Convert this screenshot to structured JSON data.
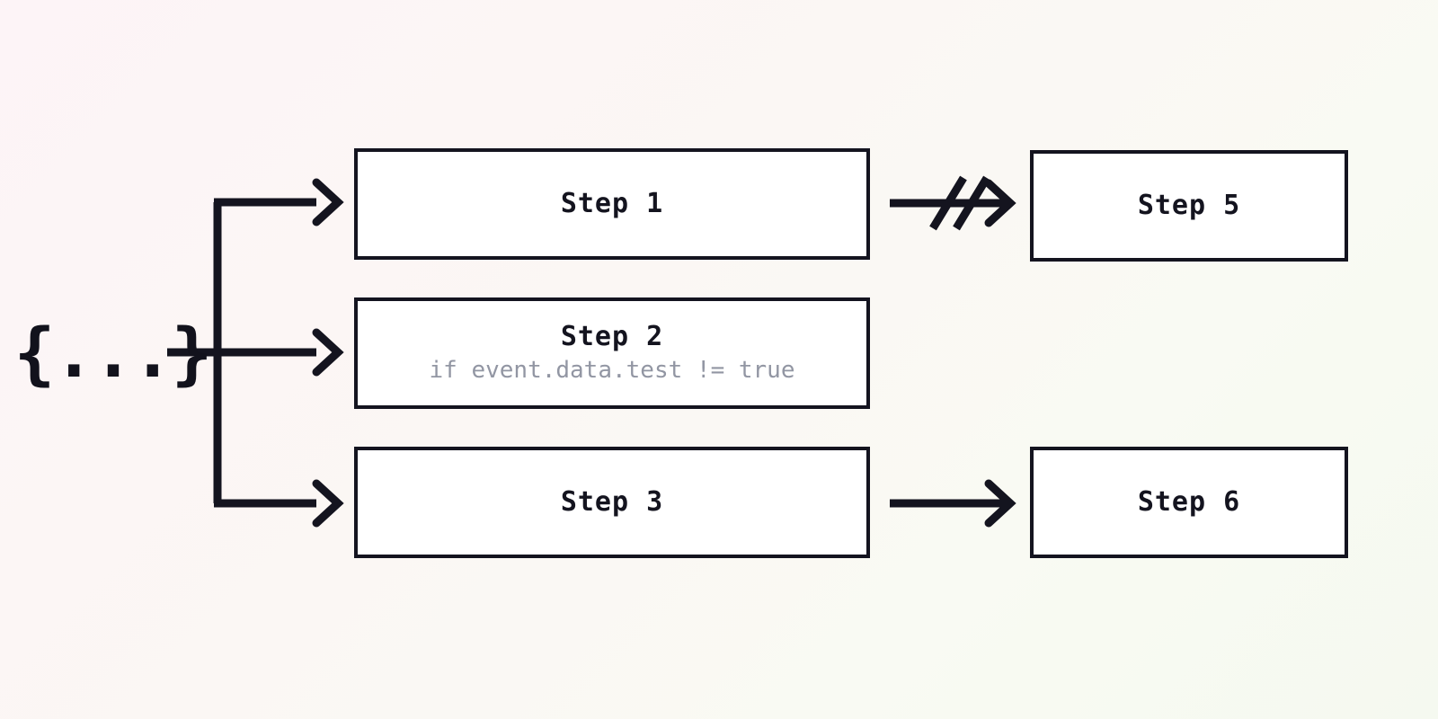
{
  "diagram": {
    "type": "workflow-branch-diagram",
    "background": {
      "gradient_from": "#fdf4f7",
      "gradient_to": "#f5f9f0",
      "direction": "top-left to bottom-right"
    },
    "stroke_color": "#14141f",
    "box_fill": "#ffffff",
    "condition_text_color": "#9296a3",
    "event_source": {
      "name": "json-event-source",
      "label": "{...}"
    },
    "nodes": [
      {
        "id": "step-1",
        "title": "Step 1",
        "condition": "",
        "column": "left",
        "row": 1
      },
      {
        "id": "step-2",
        "title": "Step 2",
        "condition": "if event.data.test != true",
        "column": "left",
        "row": 2
      },
      {
        "id": "step-3",
        "title": "Step 3",
        "condition": "",
        "column": "left",
        "row": 3
      },
      {
        "id": "step-5",
        "title": "Step 5",
        "condition": "",
        "column": "right",
        "row": 1
      },
      {
        "id": "step-6",
        "title": "Step 6",
        "condition": "",
        "column": "right",
        "row": 3
      }
    ],
    "edges": [
      {
        "id": "edge-source-step1",
        "from": "json-event-source",
        "to": "step-1",
        "style": "solid-arrow",
        "blocked": false
      },
      {
        "id": "edge-source-step2",
        "from": "json-event-source",
        "to": "step-2",
        "style": "solid-arrow",
        "blocked": false
      },
      {
        "id": "edge-source-step3",
        "from": "json-event-source",
        "to": "step-3",
        "style": "solid-arrow",
        "blocked": false
      },
      {
        "id": "edge-step1-step5",
        "from": "step-1",
        "to": "step-5",
        "style": "blocked-arrow",
        "blocked": true
      },
      {
        "id": "edge-step3-step6",
        "from": "step-3",
        "to": "step-6",
        "style": "solid-arrow",
        "blocked": false
      }
    ]
  }
}
